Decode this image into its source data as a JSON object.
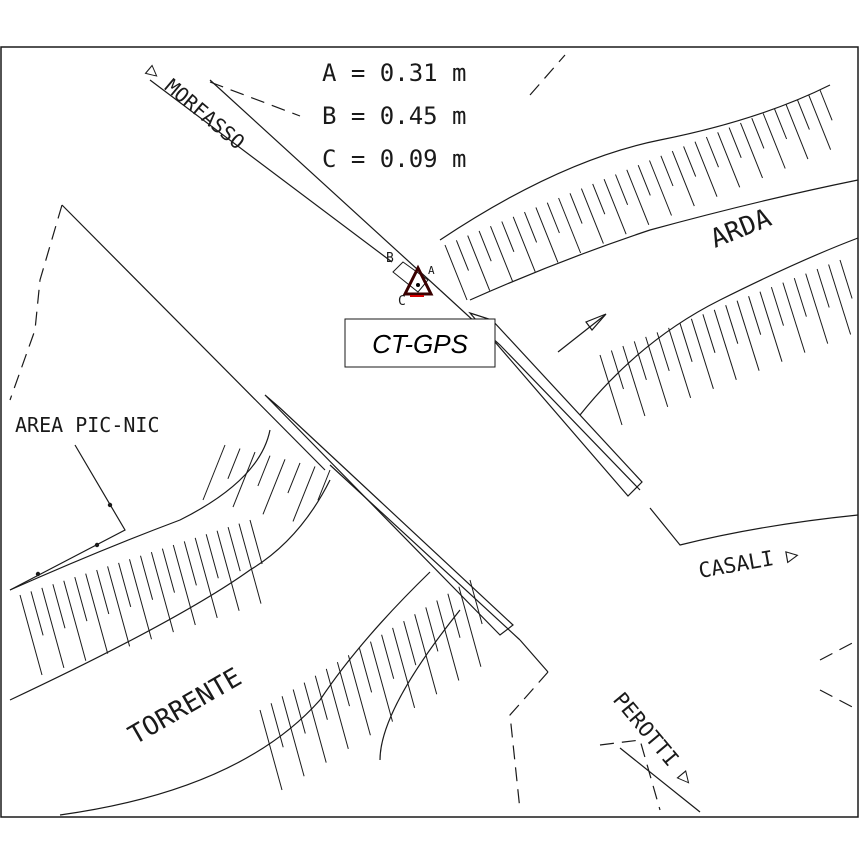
{
  "measurements": {
    "a": "A = 0.31 m",
    "b": "B = 0.45 m",
    "c": "C = 0.09 m"
  },
  "point_labels": {
    "a": "A",
    "b": "B",
    "c": "C"
  },
  "station_label": "CT-GPS",
  "station_marker_icon": "triangle-station-icon",
  "streets": {
    "morfasso": "▷ MORFASSO",
    "casali": "CASALI ▷",
    "perotti": "PEROTTI ▷"
  },
  "areas": {
    "arda": "ARDA",
    "torrente": "TORRENTE",
    "picnic": "AREA PIC-NIC"
  },
  "colors": {
    "lines": "#1a1a1a",
    "station": "#3a0000",
    "accent": "#d40000"
  }
}
